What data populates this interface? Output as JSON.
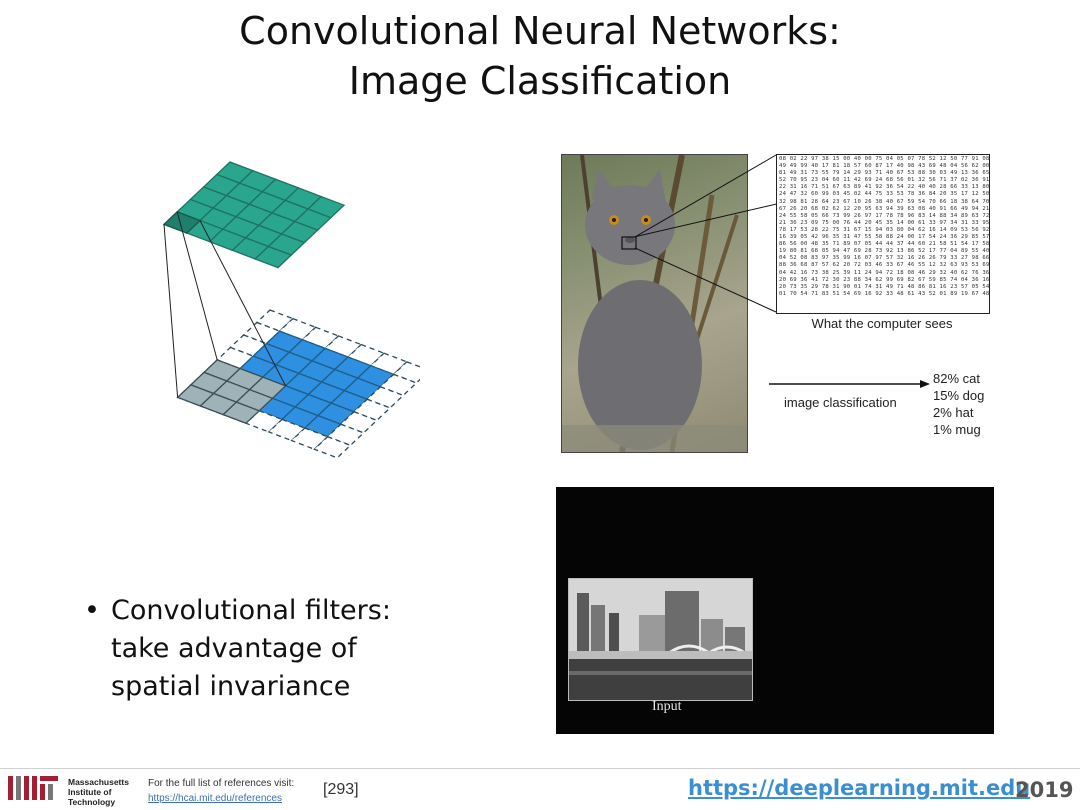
{
  "slide": {
    "title_line1": "Convolutional Neural Networks:",
    "title_line2": "Image Classification"
  },
  "bullet": {
    "line1": "Convolutional filters:",
    "line2": "take advantage of",
    "line3": "spatial invariance"
  },
  "cat_figure": {
    "caption": "What the computer sees",
    "arrow_label": "image classification",
    "results": [
      "82% cat",
      "15% dog",
      "2% hat",
      "1% mug"
    ],
    "pixel_rows": [
      "08 02 22 97 38 15 00 40 00 75 04 05 07 78 52 12 50 77 91 08",
      "49 49 99 40 17 81 18 57 60 87 17 40 98 43 69 48 04 56 62 00",
      "81 49 31 73 55 79 14 29 93 71 40 67 53 88 30 03 49 13 36 65",
      "52 70 95 23 04 60 11 42 69 24 68 56 01 32 56 71 37 02 36 91",
      "22 31 16 71 51 67 63 89 41 92 36 54 22 40 40 28 66 33 13 80",
      "24 47 32 60 99 03 45 02 44 75 33 53 78 36 84 20 35 17 12 50",
      "32 98 81 28 64 23 67 10 26 38 40 67 59 54 70 66 18 38 64 70",
      "67 26 20 68 02 62 12 20 95 63 94 39 63 08 40 91 66 49 94 21",
      "24 55 58 05 66 73 99 26 97 17 78 78 96 83 14 88 34 89 63 72",
      "21 36 23 09 75 00 76 44 20 45 35 14 00 61 33 97 34 31 33 95",
      "78 17 53 28 22 75 31 67 15 94 03 80 04 62 16 14 09 53 56 92",
      "16 39 05 42 96 35 31 47 55 58 88 24 00 17 54 24 36 29 85 57",
      "86 56 00 48 35 71 89 07 05 44 44 37 44 60 21 58 51 54 17 58",
      "19 80 81 68 05 94 47 69 28 73 92 13 86 52 17 77 04 89 55 40",
      "04 52 08 83 97 35 99 16 07 97 57 32 16 26 26 79 33 27 98 66",
      "88 36 68 87 57 62 20 72 03 46 33 67 46 55 12 32 63 93 53 69",
      "04 42 16 73 38 25 39 11 24 94 72 18 08 46 29 32 40 62 76 36",
      "20 69 36 41 72 30 23 88 34 62 99 69 82 67 59 85 74 04 36 16",
      "20 73 35 29 78 31 90 01 74 31 49 71 48 86 81 16 23 57 05 54",
      "01 70 54 71 83 51 54 69 16 92 33 48 61 43 52 01 89 19 67 48"
    ]
  },
  "video": {
    "input_label": "Input"
  },
  "footer": {
    "mit_name_line1": "Massachusetts",
    "mit_name_line2": "Institute of",
    "mit_name_line3": "Technology",
    "ref_note": "For the full list of references visit:",
    "ref_url": "https://hcai.mit.edu/references",
    "ref_number": "[293]",
    "site_url": "https://deeplearning.mit.edu",
    "year": "2019"
  },
  "colors": {
    "output_grid": "#2aa58e",
    "input_grid": "#2f8fe0",
    "filter_window": "#9db3b8",
    "site_link": "#3a8fd1",
    "mit_logo": "#a31f34"
  }
}
